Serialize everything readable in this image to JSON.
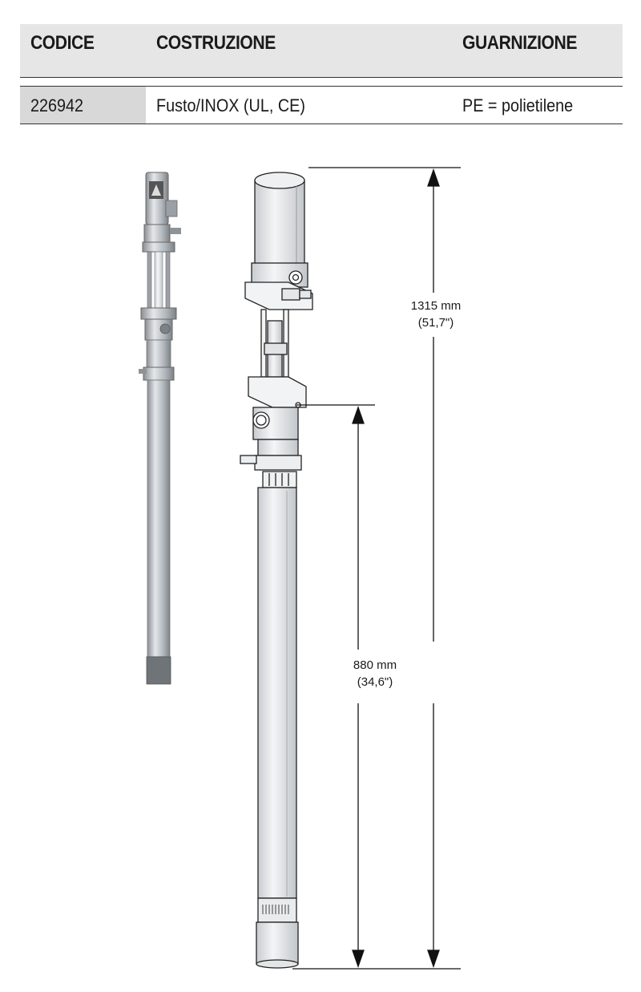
{
  "table": {
    "headers": [
      "CODICE",
      "COSTRUZIONE",
      "GUARNIZIONE"
    ],
    "rows": [
      {
        "codice": "226942",
        "costruzione": "Fusto/INOX (UL, CE)",
        "guarnizione": "PE = polietilene"
      }
    ]
  },
  "dimensions": {
    "overall": {
      "mm": "1315 mm",
      "inch": "(51,7\")"
    },
    "tube": {
      "mm": "880 mm",
      "inch": "(34,6\")"
    }
  }
}
